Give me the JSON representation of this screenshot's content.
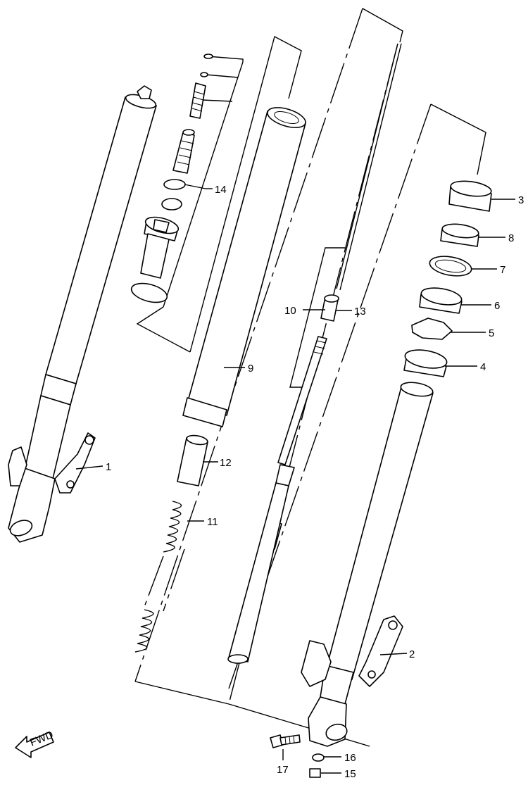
{
  "diagram": {
    "callouts": {
      "c1": "1",
      "c2": "2",
      "c3": "3",
      "c4": "4",
      "c5": "5",
      "c6": "6",
      "c7": "7",
      "c8": "8",
      "c9": "9",
      "c10": "10",
      "c11": "11",
      "c12": "12",
      "c13": "13",
      "c14": "14",
      "c15": "15",
      "c16": "16",
      "c17": "17"
    },
    "fwd_label": "FWD",
    "colors": {
      "line": "#000000",
      "background": "#ffffff"
    }
  }
}
